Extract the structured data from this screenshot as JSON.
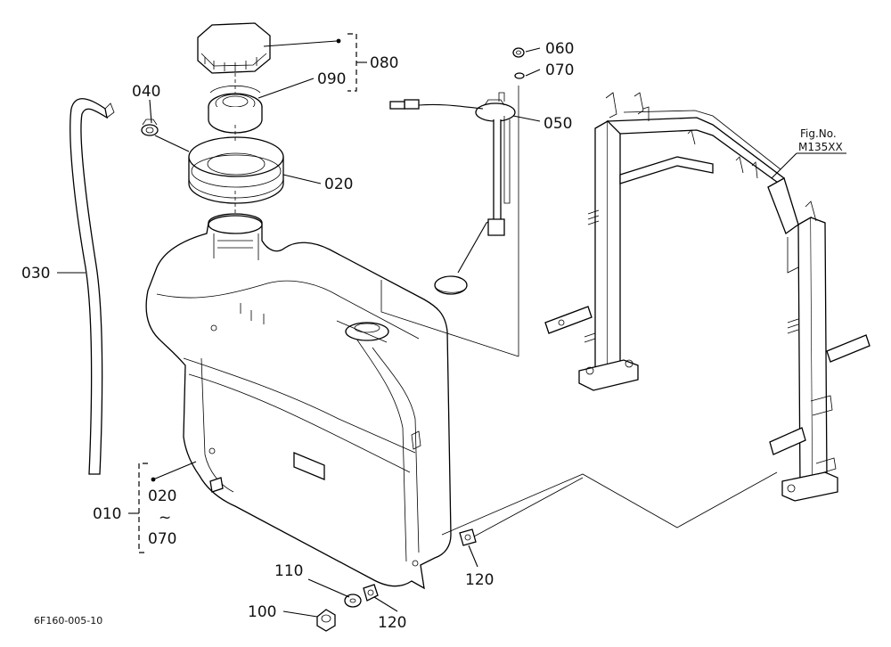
{
  "labels": {
    "p010": "010",
    "p020": "020",
    "p020b": "020",
    "tilde": "~",
    "p030": "030",
    "p040": "040",
    "p050": "050",
    "p060": "060",
    "p070": "070",
    "p070b": "070",
    "p080": "080",
    "p090": "090",
    "p100": "100",
    "p110": "110",
    "p120a": "120",
    "p120b": "120"
  },
  "figref": {
    "line1": "Fig.No.",
    "line2": "M135XX"
  },
  "footer": {
    "code": "6F160-005-10"
  }
}
